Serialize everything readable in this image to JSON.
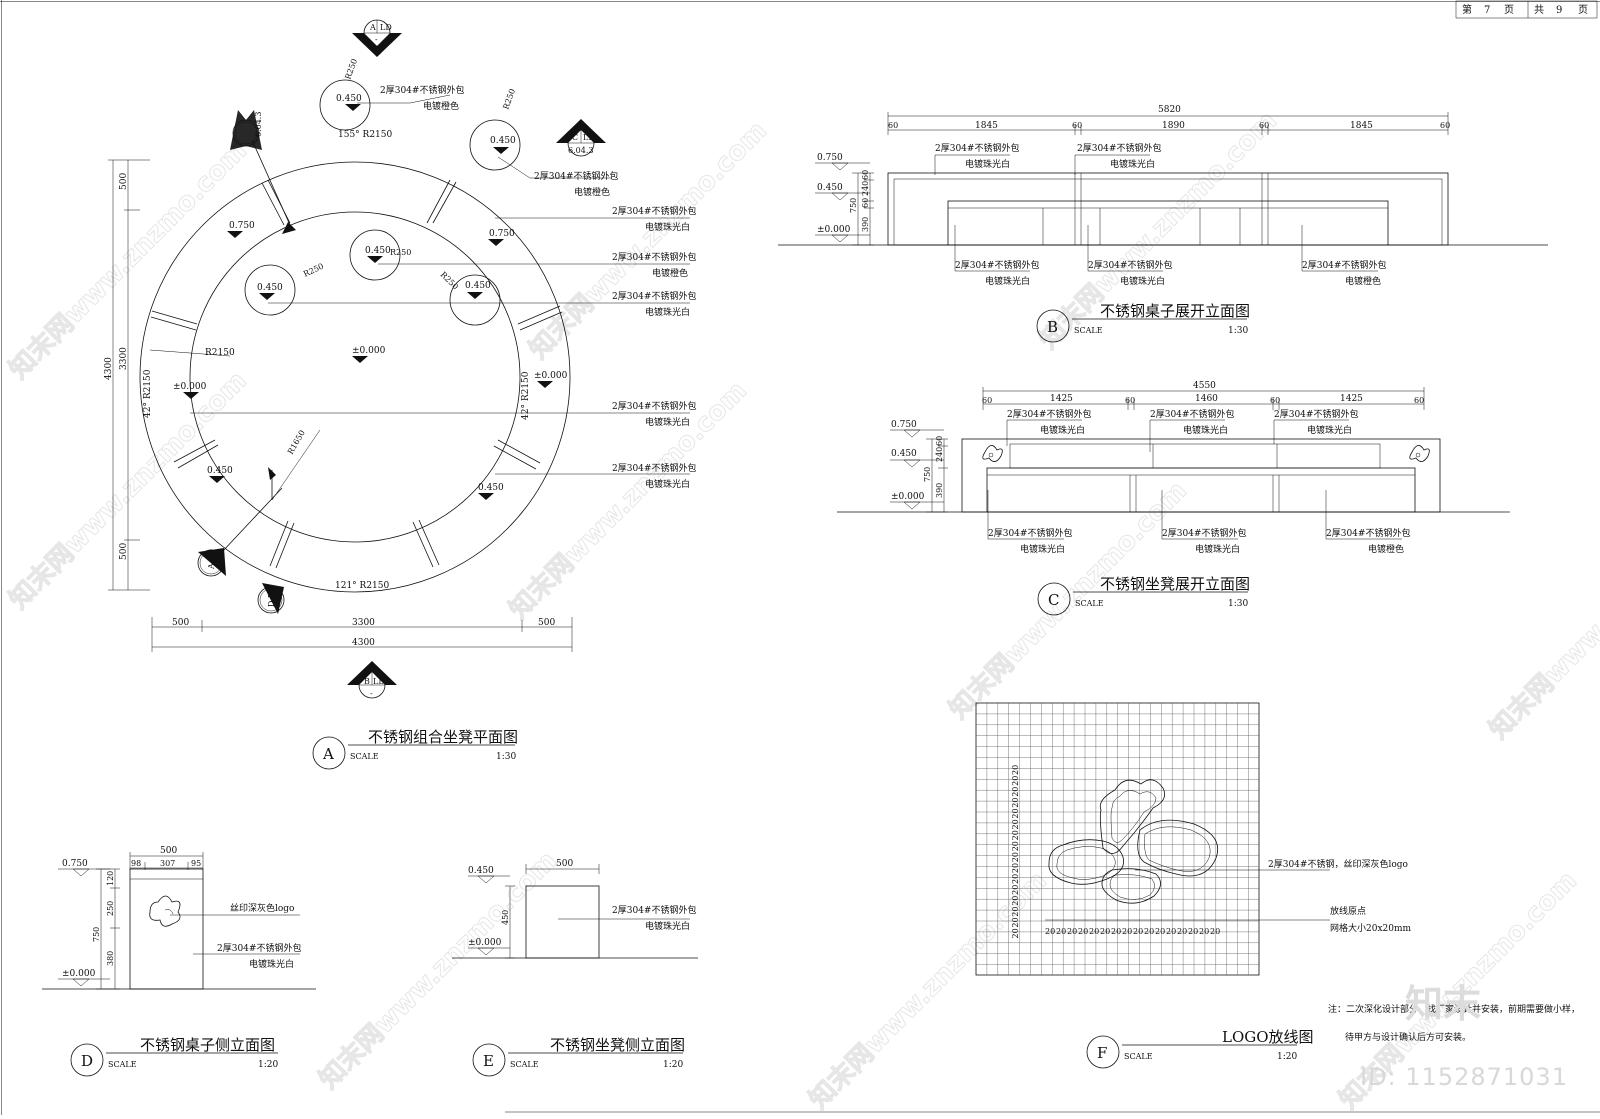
{
  "sheet": {
    "page_label": "第",
    "page_num": "7",
    "page_unit": "页",
    "total_label": "共",
    "total_num": "9",
    "total_unit": "页"
  },
  "drawing_A": {
    "letter": "A",
    "title": "不锈钢组合坐凳平面图",
    "scale_word": "SCALE",
    "scale": "1:30",
    "dims": {
      "left_total": "4300",
      "left_mid": "3300",
      "left_top": "500",
      "left_bottom": "500",
      "bottom_left": "500",
      "bottom_mid": "3300",
      "bottom_right": "500",
      "bottom_total": "4300"
    },
    "arcs": {
      "top": "155° R2150",
      "bottom": "121° R2150",
      "left": "42° R2150",
      "right": "42° R2150"
    },
    "radii": {
      "r2150": "R2150",
      "r1650": "R1650",
      "r250": "R250"
    },
    "levels": {
      "l0750": "0.750",
      "l0450": "0.450",
      "l0000": "±0.000"
    },
    "callouts": [
      {
        "line1": "2厚304#不锈钢外包",
        "line2": "电镀橙色"
      },
      {
        "line1": "2厚304#不锈钢外包",
        "line2": "电镀橙色"
      },
      {
        "line1": "2厚304#不锈钢外包",
        "line2": "电镀珠光白"
      },
      {
        "line1": "2厚304#不锈钢外包",
        "line2": "电镀橙色"
      },
      {
        "line1": "2厚304#不锈钢外包",
        "line2": "电镀珠光白"
      },
      {
        "line1": "2厚304#不锈钢外包",
        "line2": "电镀珠光白"
      },
      {
        "line1": "2厚304#不锈钢外包",
        "line2": "电镀珠光白"
      }
    ],
    "markers": {
      "top": {
        "a": "A",
        "b": "LD",
        "c": "-"
      },
      "bottom": {
        "a": "B",
        "b": "LD",
        "c": "-"
      },
      "right": {
        "a": "C",
        "b": "LD",
        "c": "6.04.3"
      },
      "left_a": "6.04.3",
      "left_b": "A LD",
      "left_c": "C LD",
      "bottom_d": "D LD"
    }
  },
  "drawing_B": {
    "letter": "B",
    "title": "不锈钢桌子展开立面图",
    "scale_word": "SCALE",
    "scale": "1:30",
    "dims": {
      "total": "5820",
      "s1": "1845",
      "s2": "1890",
      "s3": "1845",
      "g": "60",
      "v1": "60",
      "v2": "240",
      "v3": "60",
      "v4": "390",
      "v5": "750"
    },
    "levels": {
      "l0750": "0.750",
      "l0450": "0.450",
      "l0000": "±0.000"
    },
    "callouts_top": [
      {
        "line1": "2厚304#不锈钢外包",
        "line2": "电镀珠光白"
      },
      {
        "line1": "2厚304#不锈钢外包",
        "line2": "电镀珠光白"
      }
    ],
    "callouts_bottom": [
      {
        "line1": "2厚304#不锈钢外包",
        "line2": "电镀珠光白"
      },
      {
        "line1": "2厚304#不锈钢外包",
        "line2": "电镀珠光白"
      },
      {
        "line1": "2厚304#不锈钢外包",
        "line2": "电镀橙色"
      }
    ]
  },
  "drawing_C": {
    "letter": "C",
    "title": "不锈钢坐凳展开立面图",
    "scale_word": "SCALE",
    "scale": "1:30",
    "dims": {
      "total": "4550",
      "s1": "1425",
      "s2": "1460",
      "s3": "1425",
      "g": "60",
      "v1": "60",
      "v2": "240",
      "v3": "390",
      "v4": "750"
    },
    "levels": {
      "l0750": "0.750",
      "l0450": "0.450",
      "l0000": "±0.000"
    },
    "callouts_top": [
      {
        "line1": "2厚304#不锈钢外包",
        "line2": "电镀珠光白"
      },
      {
        "line1": "2厚304#不锈钢外包",
        "line2": "电镀珠光白"
      },
      {
        "line1": "2厚304#不锈钢外包",
        "line2": "电镀珠光白"
      }
    ],
    "callouts_bottom": [
      {
        "line1": "2厚304#不锈钢外包",
        "line2": "电镀珠光白"
      },
      {
        "line1": "2厚304#不锈钢外包",
        "line2": "电镀珠光白"
      },
      {
        "line1": "2厚304#不锈钢外包",
        "line2": "电镀橙色"
      }
    ]
  },
  "drawing_D": {
    "letter": "D",
    "title": "不锈钢桌子侧立面图",
    "scale_word": "SCALE",
    "scale": "1:20",
    "dims": {
      "w": "500",
      "a": "98",
      "b": "307",
      "c": "95",
      "h1": "120",
      "h2": "250",
      "h3": "380",
      "htot": "750"
    },
    "levels": {
      "l0750": "0.750",
      "l0000": "±0.000"
    },
    "logo_note": "丝印深灰色logo",
    "callout": {
      "line1": "2厚304#不锈钢外包",
      "line2": "电镀珠光白"
    }
  },
  "drawing_E": {
    "letter": "E",
    "title": "不锈钢坐凳侧立面图",
    "scale_word": "SCALE",
    "scale": "1:20",
    "dims": {
      "w": "500",
      "h": "450"
    },
    "levels": {
      "l0450": "0.450",
      "l0000": "±0.000"
    },
    "callout": {
      "line1": "2厚304#不锈钢外包",
      "line2": "电镀珠光白"
    }
  },
  "drawing_F": {
    "letter": "F",
    "title": "LOGO放线图",
    "scale_word": "SCALE",
    "scale": "1:20",
    "grid_dim": "20",
    "note_logo": "2厚304#不锈钢，丝印深灰色logo",
    "note_origin": "放线原点",
    "note_grid": "网格大小20x20mm"
  },
  "note": {
    "line1": "注：二次深化设计部分，找厂家设计并安装，前期需要做小样，",
    "line2": "待甲方与设计确认后方可安装。"
  },
  "watermark": {
    "brand": "知末",
    "id": "ID: 1152871031",
    "site": "知末网www.znzmo.com"
  }
}
